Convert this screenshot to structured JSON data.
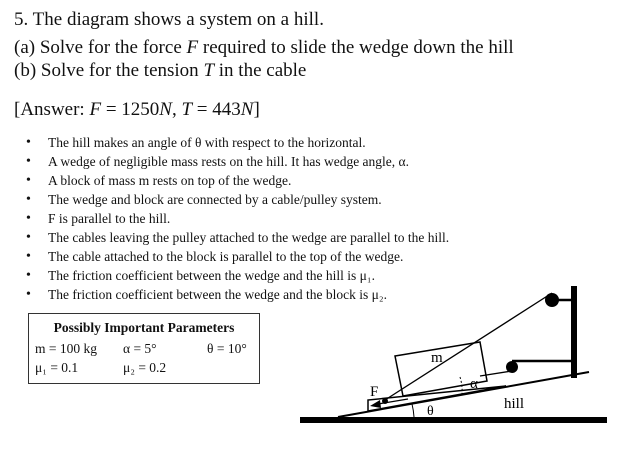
{
  "question": {
    "title": "5. The diagram shows a system on a hill.",
    "part_a_prefix": "(a) Solve for the force ",
    "part_a_var": "F",
    "part_a_suffix": " required to slide the wedge down the hill",
    "part_b_prefix": "(b) Solve for the tension ",
    "part_b_var": "T",
    "part_b_suffix": " in the cable"
  },
  "answer": {
    "open": "[Answer: ",
    "F_var": "F",
    "F_eq": " = 1250",
    "F_unit": "N",
    "sep": ", ",
    "T_var": "T",
    "T_eq": " = 443",
    "T_unit": "N",
    "close": "]"
  },
  "bullets": [
    "The hill makes an angle of θ with respect to the horizontal.",
    "A wedge of negligible mass rests on the hill. It has wedge angle, α.",
    "A block of mass m rests on top of the wedge.",
    "The wedge and block are connected by a cable/pulley system.",
    "F is parallel to the hill.",
    "The cables leaving the pulley attached to the wedge are parallel to the hill.",
    "The cable attached to the block is parallel to the top of the wedge.",
    "The friction coefficient between the wedge and the hill is μ₁.",
    "The friction coefficient between the wedge and the block is μ₂."
  ],
  "parameters": {
    "title": "Possibly Important Parameters",
    "m": "m = 100 kg",
    "alpha": "α = 5°",
    "theta": "θ = 10°",
    "mu1": "μ₁ = 0.1",
    "mu2": "μ₂ = 0.2"
  },
  "diagram": {
    "block_label": "m",
    "force_label": "F",
    "alpha_label": "α",
    "theta_label": "θ",
    "hill_label": "hill"
  }
}
